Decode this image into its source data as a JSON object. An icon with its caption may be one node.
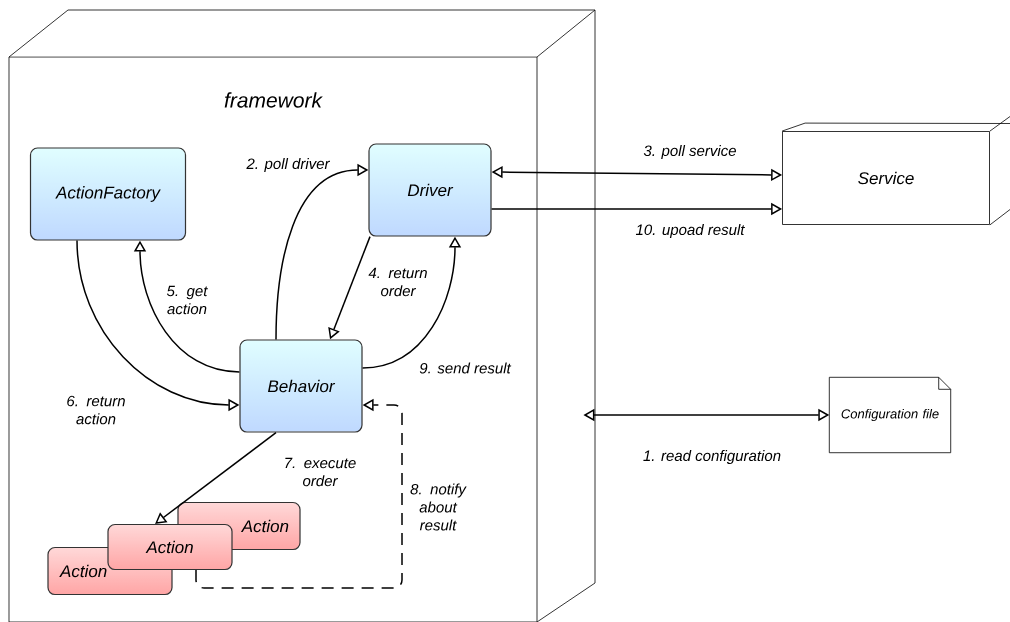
{
  "diagram": {
    "nodes": [
      {
        "text": [
          "framework"
        ]
      },
      {
        "text": [
          "ActionFactory"
        ],
        "in": 0
      },
      {
        "text": [
          "Driver"
        ],
        "in": 0
      },
      {
        "text": [
          "Behavior"
        ],
        "in": 0
      },
      {
        "text": [
          "Action"
        ],
        "in": 0
      },
      {
        "text": [
          "Action"
        ],
        "in": 0
      },
      {
        "text": [
          "Action"
        ],
        "in": 0
      },
      {
        "text": [
          "Service"
        ]
      },
      {
        "text": [
          "Configuration file"
        ]
      }
    ],
    "edges": [
      {
        "from": 3,
        "to": 2,
        "arrow": "to",
        "label": "2. poll driver"
      },
      {
        "from": 2,
        "to": 7,
        "arrow": "both",
        "label": "3. poll service"
      },
      {
        "from": 2,
        "to": 3,
        "arrow": "to",
        "label": "4. return order"
      },
      {
        "from": 3,
        "to": 1,
        "arrow": "to",
        "label": "5. get action"
      },
      {
        "from": 1,
        "to": 3,
        "arrow": "to",
        "label": "6. return action"
      },
      {
        "from": 3,
        "to": 5,
        "arrow": "to",
        "label": "7. execute order"
      },
      {
        "from": 5,
        "to": 3,
        "arrow": "to",
        "label": "8. notify about result",
        "style": "dashed"
      },
      {
        "from": 3,
        "to": 2,
        "arrow": "to",
        "label": "9. send result"
      },
      {
        "from": 2,
        "to": 7,
        "arrow": "to",
        "label": "10. upoad result"
      },
      {
        "from": 0,
        "to": 8,
        "arrow": "both",
        "label": "1. read configuration"
      }
    ]
  }
}
